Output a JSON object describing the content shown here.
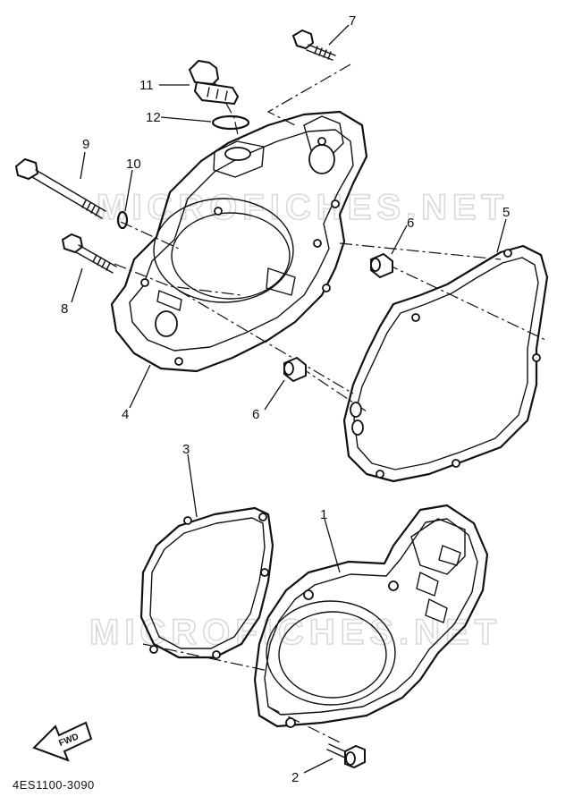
{
  "diagram_code": "4ES1100-3090",
  "watermark": "MICROFICHES.NET",
  "fwd_arrow_label": "FWD",
  "callouts": {
    "c1": "1",
    "c2": "2",
    "c3": "3",
    "c4": "4",
    "c5": "5",
    "c6a": "6",
    "c6b": "6",
    "c7": "7",
    "c8": "8",
    "c9": "9",
    "c10": "10",
    "c11": "11",
    "c12": "12"
  },
  "colors": {
    "line": "#111111",
    "watermark": "#d9d9d9",
    "background": "#ffffff"
  }
}
